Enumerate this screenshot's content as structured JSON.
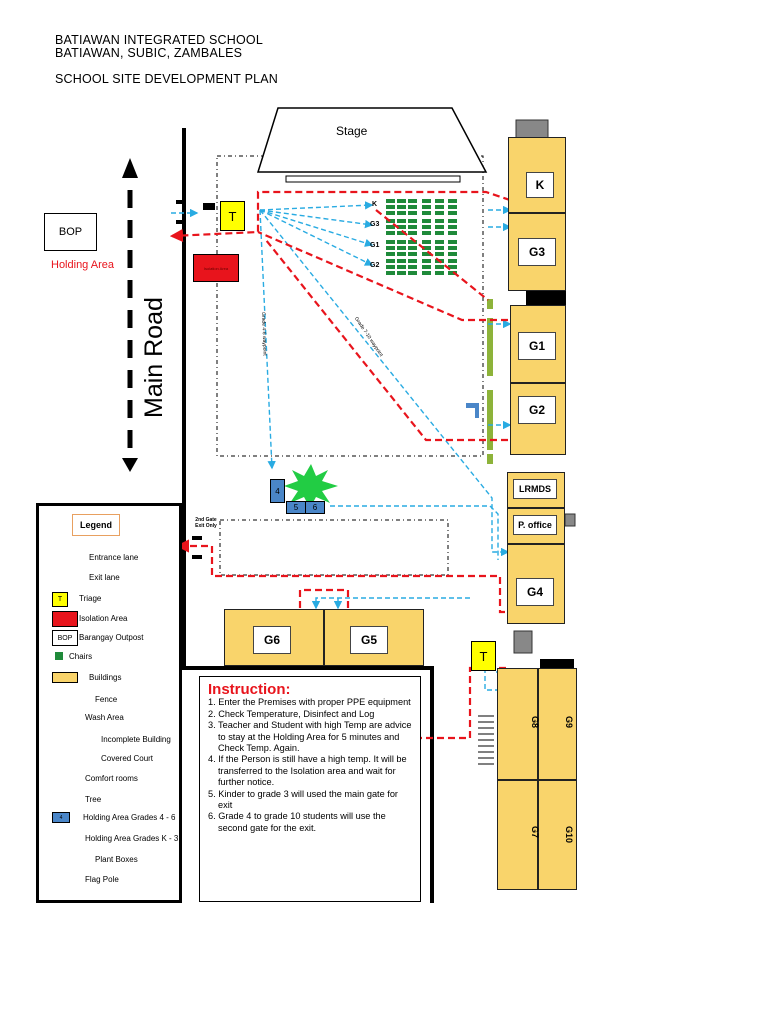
{
  "header": {
    "school_name": "BATIAWAN INTEGRATED SCHOOL",
    "address": "BATIAWAN, SUBIC, ZAMBALES",
    "plan_title": "SCHOOL SITE DEVELOPMENT PLAN"
  },
  "map": {
    "stage": "Stage",
    "main_road": "Main Road",
    "bop": "BOP",
    "holding_area": "Holding Area",
    "triage_label": "T",
    "isolation_label": "Isolation Area",
    "second_gate": "2nd Gate Exit Only",
    "grade_route_1": "Grade 4-6 waypoint",
    "grade_route_2": "Grade 7-10 waypoint",
    "holding_k3": [
      "K",
      "G3",
      "G1",
      "G2"
    ],
    "holding_4_6": [
      "4",
      "5",
      "6"
    ],
    "buildings": {
      "k": "K",
      "g3": "G3",
      "g1": "G1",
      "g2": "G2",
      "lrmds": "LRMDS",
      "p_office": "P. office",
      "g4": "G4",
      "g6": "G6",
      "g5": "G5",
      "g8": "G8",
      "g9": "G9",
      "g7": "G7",
      "g10": "G10"
    }
  },
  "legend": {
    "title": "Legend",
    "items": [
      "Entrance lane",
      "Exit lane",
      "Triage",
      "Isolation Area",
      "Barangay Outpost",
      "Chairs",
      "Buildings",
      "Fence",
      "Wash Area",
      "Incomplete Building",
      "Covered Court",
      "Comfort rooms",
      "Tree",
      "Holding Area Grades 4 - 6",
      "Holding Area Grades K - 3",
      "Plant Boxes",
      "Flag Pole"
    ],
    "bop_symbol": "BOP",
    "triage_symbol": "T",
    "holding_symbol": "4"
  },
  "instructions": {
    "title": "Instruction:",
    "steps": [
      "1. Enter the Premises with proper PPE equipment",
      "2.  Check Temperature, Disinfect and Log",
      "3. Teacher and Student with high Temp are advice to stay at the Holding Area for 5 minutes and Check Temp. Again.",
      "4.  If the Person is still have a high temp. It will be transferred to the Isolation area and wait for further notice.",
      "5.  Kinder to grade 3 will used the main gate for exit",
      "6. Grade 4 to grade 10 students will use the second gate for the exit."
    ]
  },
  "colors": {
    "building": "#f9d46b",
    "entrance_lane": "#29abe2",
    "exit_lane": "#e8141c",
    "triage": "#ffff00",
    "isolation": "#e8141c",
    "chairs": "#1f8a3a",
    "tree": "#22cc44",
    "plant_box": "#8db33a",
    "holding_4_6": "#4a86c8"
  }
}
